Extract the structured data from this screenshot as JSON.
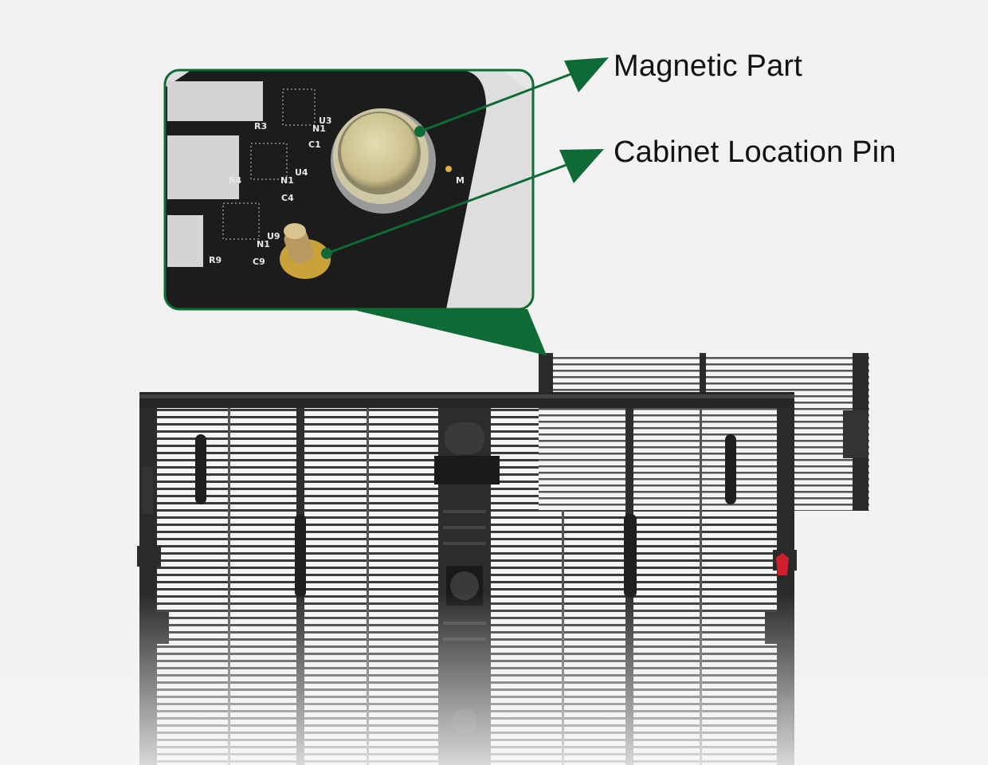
{
  "callouts": {
    "magnetic_part": "Magnetic Part",
    "location_pin": "Cabinet Location Pin"
  },
  "pcb_silkscreen": [
    "U3",
    "N1",
    "R3",
    "C1",
    "U4",
    "N1",
    "R4",
    "C4",
    "U9",
    "N1",
    "R9",
    "C9",
    "M"
  ],
  "colors": {
    "accent_green": "#0e6b36",
    "background": "#f2f2f2",
    "pcb": "#1c1c1c",
    "frame": "#2a2a2a",
    "handle_red": "#d0202c"
  }
}
